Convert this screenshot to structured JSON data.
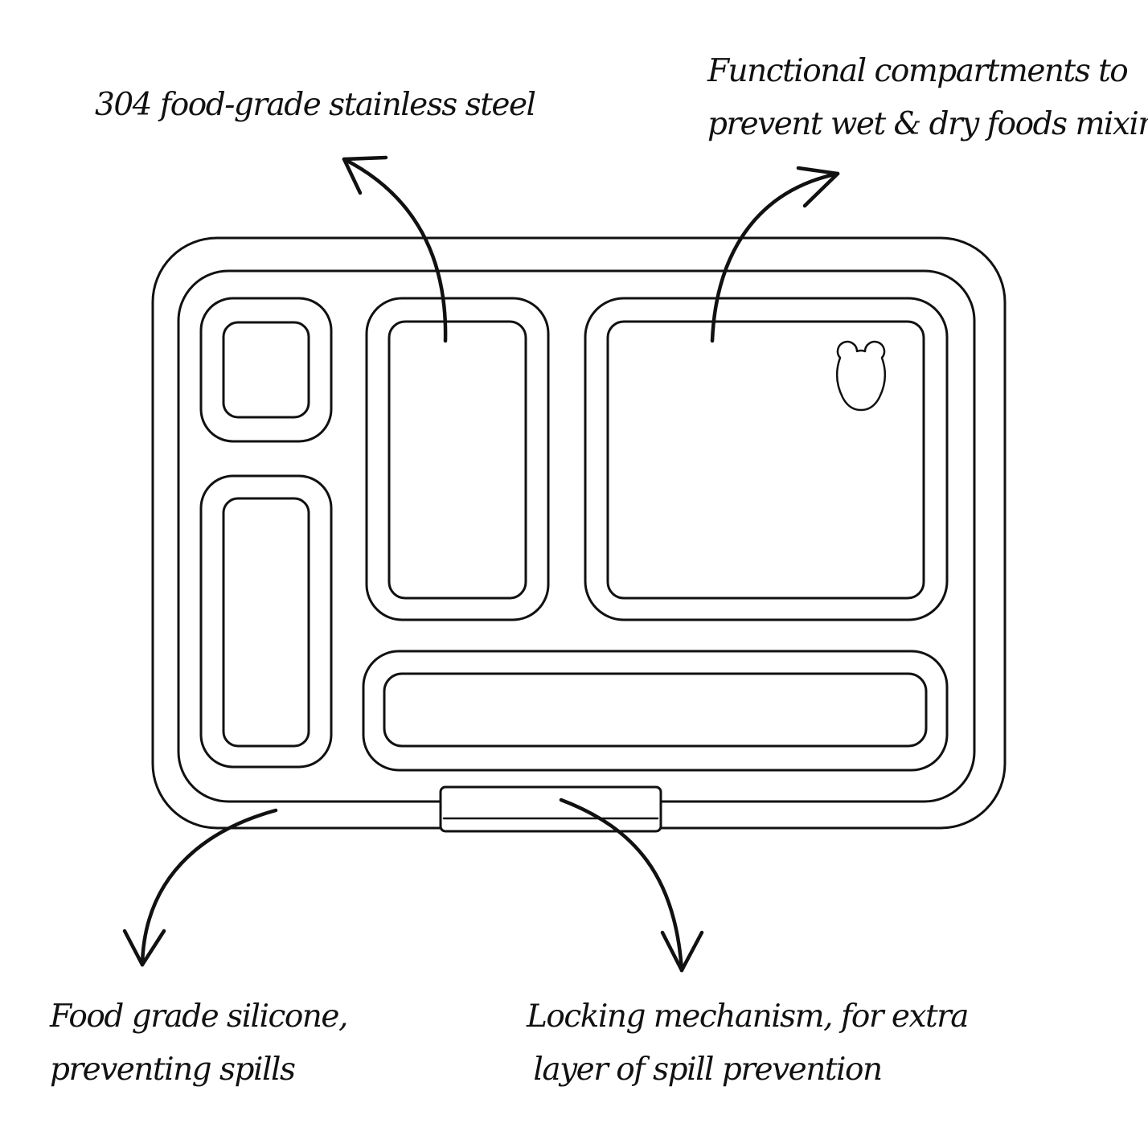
{
  "annotations": {
    "steel": {
      "line1": "304 food-grade stainless steel"
    },
    "compartments": {
      "line1": "Functional compartments to",
      "line2": "prevent wet & dry foods mixing"
    },
    "silicone": {
      "line1": "Food grade silicone,",
      "line2": "preventing spills"
    },
    "locking": {
      "line1": "Locking mechanism, for extra",
      "line2": "layer of spill prevention"
    }
  },
  "colors": {
    "stroke": "#111111",
    "background": "#ffffff"
  },
  "icons": {
    "lid_emblem": "bear-face-icon"
  }
}
